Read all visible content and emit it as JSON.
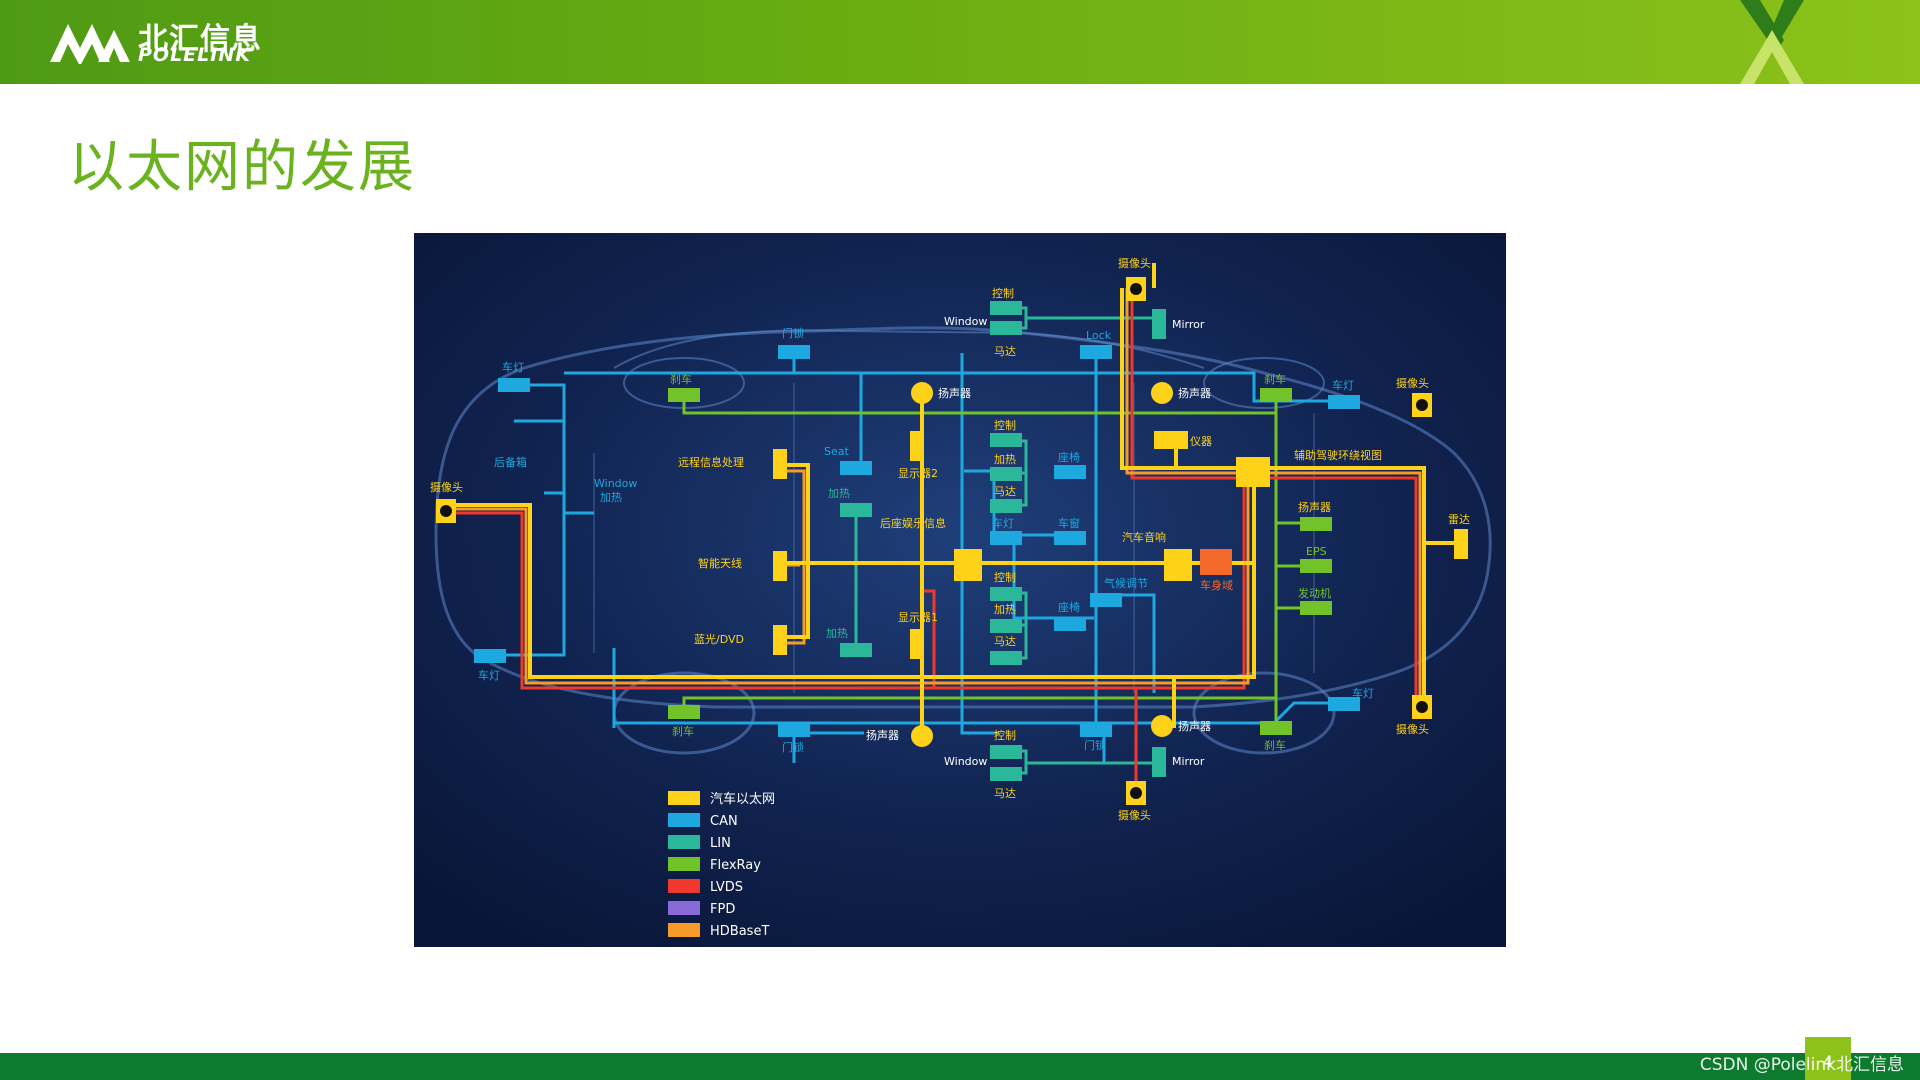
{
  "header": {
    "logo_cn": "北汇信息",
    "logo_en": "POLELINK"
  },
  "title": "以太网的发展",
  "colors": {
    "ethernet": "#ffd21a",
    "can": "#1ea8e0",
    "lin": "#2bb89a",
    "flexray": "#72c22a",
    "lvds": "#f0382c",
    "fpd": "#8a6ad8",
    "hdbaset": "#f79a2a",
    "header_green": "#6aad12",
    "footer_green": "#0d7a2e"
  },
  "legend": [
    {
      "label": "汽车以太网",
      "color": "#ffd21a"
    },
    {
      "label": "CAN",
      "color": "#1ea8e0"
    },
    {
      "label": "LIN",
      "color": "#2bb89a"
    },
    {
      "label": "FlexRay",
      "color": "#72c22a"
    },
    {
      "label": "LVDS",
      "color": "#f0382c"
    },
    {
      "label": "FPD",
      "color": "#8a6ad8"
    },
    {
      "label": "HDBaseT",
      "color": "#f79a2a"
    }
  ],
  "labels": {
    "camera_top": "摄像头",
    "control_top": "控制",
    "window_top": "Window",
    "mirror_top": "Mirror",
    "motor_top": "马达",
    "door_lock_top": "门锁",
    "lock_top": "Lock",
    "light_left_top": "车灯",
    "brake_left_top": "刹车",
    "speaker_1": "扬声器",
    "speaker_2": "扬声器",
    "brake_right_top": "刹车",
    "light_right_top": "车灯",
    "camera_right_top": "摄像头",
    "trunk": "后备箱",
    "window_heat": "Window\n加热",
    "camera_left": "摄像头",
    "remote_info": "远程信息处理",
    "seat": "Seat",
    "heat_1": "加热",
    "display_2": "显示器2",
    "control_mid": "控制",
    "heat_mid": "加热",
    "seat_r": "座椅",
    "motor_mid": "马达",
    "instrument": "仪器",
    "adas": "辅助驾驶环绕视图",
    "rear_ent": "后座娱乐信息",
    "light_mid": "车灯",
    "wiper": "车窗",
    "speaker_r": "扬声器",
    "car_audio": "汽车音响",
    "radar": "雷达",
    "smart_antenna": "智能天线",
    "eps": "EPS",
    "control_low": "控制",
    "climate": "气候调节",
    "body": "车身域",
    "engine": "发动机",
    "heat_low": "加热",
    "heat_2": "加热",
    "display_1": "显示器1",
    "seat_low": "座椅",
    "bluray": "蓝光/DVD",
    "motor_low": "马达",
    "light_left_bottom": "车灯",
    "light_right_bottom": "车灯",
    "brake_left_bottom": "刹车",
    "door_lock_bottom": "门锁",
    "speaker_bottom_l": "扬声器",
    "control_bottom": "控制",
    "door_lock_bottom_r": "门锁",
    "speaker_bottom_r": "扬声器",
    "brake_right_bottom": "刹车",
    "camera_right_bottom": "摄像头",
    "window_bottom": "Window",
    "mirror_bottom": "Mirror",
    "motor_bottom": "马达",
    "camera_bottom": "摄像头"
  },
  "footer": {
    "watermark": "CSDN @Polelink北汇信息",
    "page": "4"
  }
}
